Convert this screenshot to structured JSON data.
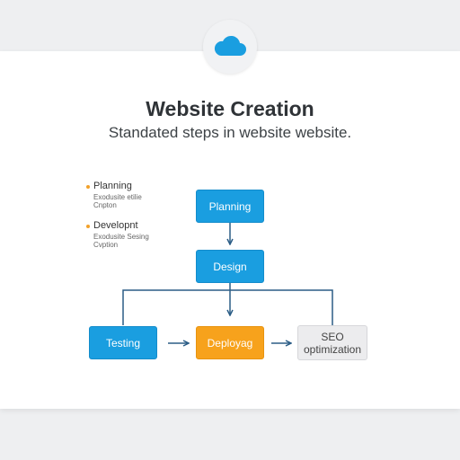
{
  "header": {
    "title": "Website Creation",
    "subtitle": "Standated steps in website website."
  },
  "notes": [
    {
      "heading": "Planning",
      "lines": [
        "Exodusite etilie",
        "Cnpton"
      ]
    },
    {
      "heading": "Developnt",
      "lines": [
        "Exodusite Sesing",
        "Cvption"
      ]
    }
  ],
  "flow": {
    "planning": "Planning",
    "design": "Design",
    "testing": "Testing",
    "deployment": "Deployag",
    "seo_line1": "SEO",
    "seo_line2": "optimization"
  },
  "colors": {
    "blue": "#1a9ee0",
    "orange": "#f7a21c",
    "gray": "#ececee",
    "connector": "#2b5d86",
    "bullet": "#f2a12a"
  },
  "icons": {
    "top_badge": "cloud-icon"
  }
}
